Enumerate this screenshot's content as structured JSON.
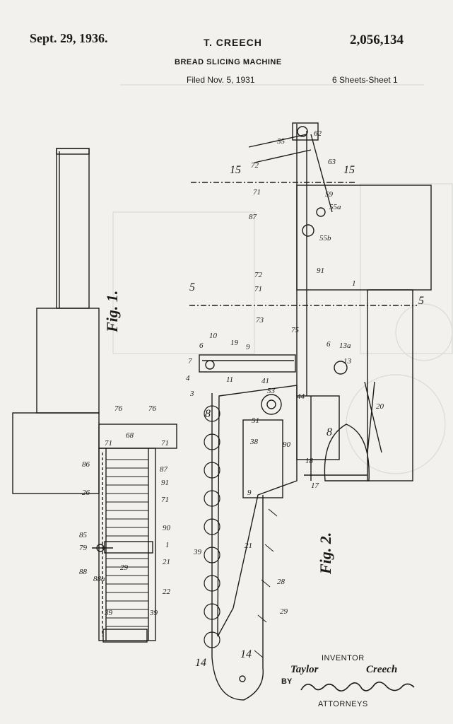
{
  "header": {
    "date": "Sept. 29, 1936.",
    "inventor": "T. CREECH",
    "patent_number": "2,056,134",
    "title": "BREAD SLICING MACHINE",
    "filed": "Filed Nov. 5, 1931",
    "sheets": "6 Sheets-Sheet 1"
  },
  "figures": {
    "fig1": "Fig. 1.",
    "fig2": "Fig. 2."
  },
  "signature": {
    "inventor_label": "INVENTOR",
    "inventor_first": "Taylor",
    "inventor_last": "Creech",
    "by": "BY",
    "attorneys": "ATTORNEYS"
  }
}
